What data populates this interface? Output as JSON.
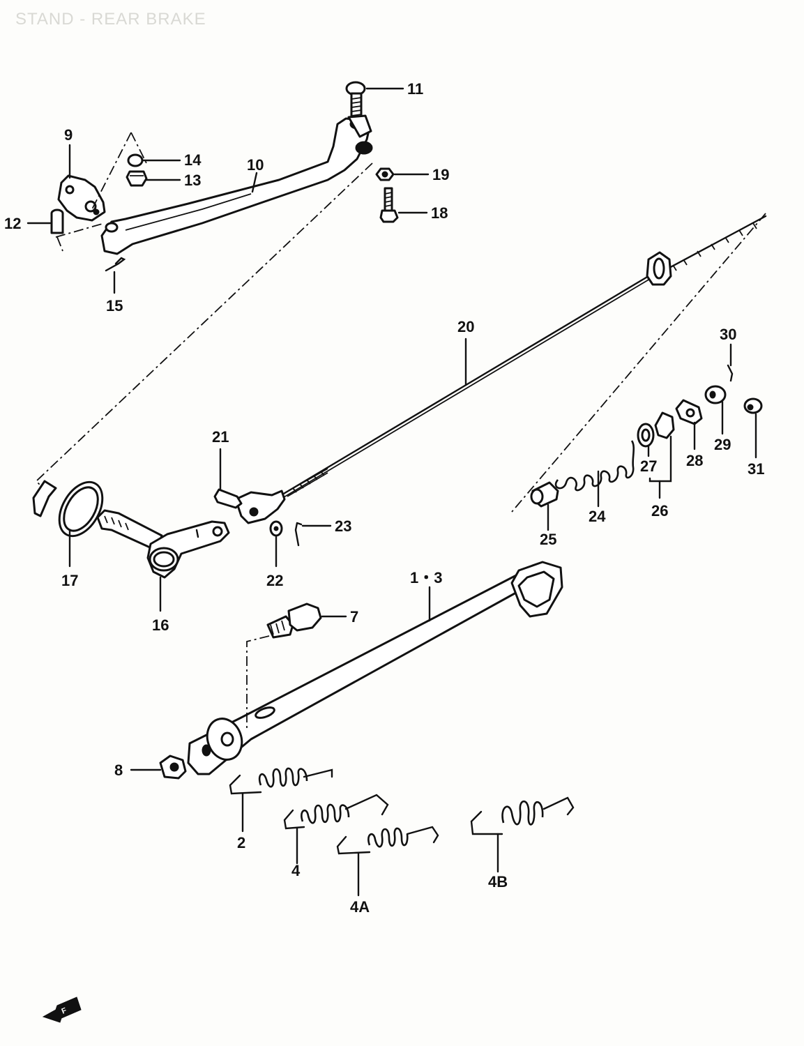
{
  "title": "STAND - REAR BRAKE",
  "direction_badge": "F",
  "callouts": [
    {
      "id": "c11",
      "text": "11"
    },
    {
      "id": "c9",
      "text": "9"
    },
    {
      "id": "c14",
      "text": "14"
    },
    {
      "id": "c13",
      "text": "13"
    },
    {
      "id": "c10",
      "text": "10"
    },
    {
      "id": "c19",
      "text": "19"
    },
    {
      "id": "c18",
      "text": "18"
    },
    {
      "id": "c12",
      "text": "12"
    },
    {
      "id": "c15",
      "text": "15"
    },
    {
      "id": "c20",
      "text": "20"
    },
    {
      "id": "c30",
      "text": "30"
    },
    {
      "id": "c21",
      "text": "21"
    },
    {
      "id": "c27",
      "text": "27"
    },
    {
      "id": "c28",
      "text": "28"
    },
    {
      "id": "c29",
      "text": "29"
    },
    {
      "id": "c31",
      "text": "31"
    },
    {
      "id": "c24",
      "text": "24"
    },
    {
      "id": "c26",
      "text": "26"
    },
    {
      "id": "c23",
      "text": "23"
    },
    {
      "id": "c25",
      "text": "25"
    },
    {
      "id": "c17",
      "text": "17"
    },
    {
      "id": "c22",
      "text": "22"
    },
    {
      "id": "c13b",
      "text": "1・3"
    },
    {
      "id": "c16",
      "text": "16"
    },
    {
      "id": "c7",
      "text": "7"
    },
    {
      "id": "c8",
      "text": "8"
    },
    {
      "id": "c2",
      "text": "2"
    },
    {
      "id": "c4",
      "text": "4"
    },
    {
      "id": "c4a",
      "text": "4A"
    },
    {
      "id": "c4b",
      "text": "4B"
    }
  ]
}
